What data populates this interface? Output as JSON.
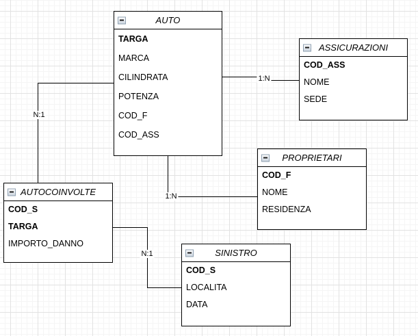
{
  "entities": {
    "auto": {
      "title": "AUTO",
      "fields": [
        {
          "label": "TARGA",
          "primary_key": true
        },
        {
          "label": "MARCA",
          "primary_key": false
        },
        {
          "label": "CILINDRATA",
          "primary_key": false
        },
        {
          "label": "POTENZA",
          "primary_key": false
        },
        {
          "label": "COD_F",
          "primary_key": false
        },
        {
          "label": "COD_ASS",
          "primary_key": false
        }
      ]
    },
    "assicurazioni": {
      "title": "ASSICURAZIONI",
      "fields": [
        {
          "label": "COD_ASS",
          "primary_key": true
        },
        {
          "label": "NOME",
          "primary_key": false
        },
        {
          "label": "SEDE",
          "primary_key": false
        }
      ]
    },
    "proprietari": {
      "title": "PROPRIETARI",
      "fields": [
        {
          "label": "COD_F",
          "primary_key": true
        },
        {
          "label": "NOME",
          "primary_key": false
        },
        {
          "label": "RESIDENZA",
          "primary_key": false
        }
      ]
    },
    "autocoinvolte": {
      "title": "AUTOCOINVOLTE",
      "fields": [
        {
          "label": "COD_S",
          "primary_key": true
        },
        {
          "label": "TARGA",
          "primary_key": true
        },
        {
          "label": "IMPORTO_DANNO",
          "primary_key": false
        }
      ]
    },
    "sinistro": {
      "title": "SINISTRO",
      "fields": [
        {
          "label": "COD_S",
          "primary_key": true
        },
        {
          "label": "LOCALITA",
          "primary_key": false
        },
        {
          "label": "DATA",
          "primary_key": false
        }
      ]
    }
  },
  "connections": [
    {
      "label": "1:N",
      "from": "AUTO",
      "to": "ASSICURAZIONI"
    },
    {
      "label": "N:1",
      "from": "AUTO",
      "to": "AUTOCOINVOLTE"
    },
    {
      "label": "1:N",
      "from": "AUTO",
      "to": "PROPRIETARI"
    },
    {
      "label": "N:1",
      "from": "AUTOCOINVOLTE",
      "to": "SINISTRO"
    }
  ],
  "icons": {
    "collapse": "minus-box-icon"
  },
  "colors": {
    "entity_border": "#000000",
    "entity_bg": "#ffffff",
    "text": "#000000",
    "grid_major": "#e2e2e2",
    "grid_minor": "#f5f5f5"
  }
}
